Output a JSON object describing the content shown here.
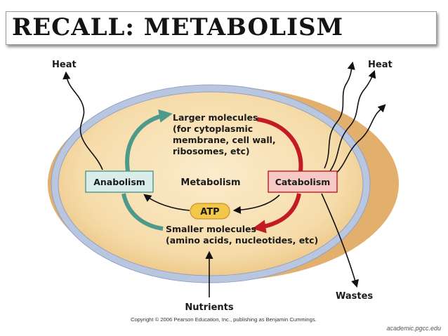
{
  "title": "RECALL: METABOLISM",
  "labels": {
    "heat_left": "Heat",
    "heat_right": "Heat",
    "larger_molecules": [
      "Larger molecules",
      "(for cytoplasmic",
      "membrane, cell wall,",
      "ribosomes, etc)"
    ],
    "anabolism": "Anabolism",
    "metabolism": "Metabolism",
    "catabolism": "Catabolism",
    "atp": "ATP",
    "smaller_molecules": [
      "Smaller molecules",
      "(amino acids, nucleotides, etc)"
    ],
    "wastes": "Wastes",
    "nutrients": "Nutrients"
  },
  "copyright": "Copyright © 2006 Pearson Education, Inc., publishing as Benjamin Cummings.",
  "source": "academic.pgcc.edu",
  "colors": {
    "cell_fill": "#f8dfb0",
    "membrane": "#b9c6e0",
    "anabolism_arrow": "#4d9a8a",
    "catabolism_arrow": "#c41a23",
    "anabolism_box": "#d9eeea",
    "catabolism_box": "#f6c9c6",
    "atp_fill": "#f2c74a"
  }
}
